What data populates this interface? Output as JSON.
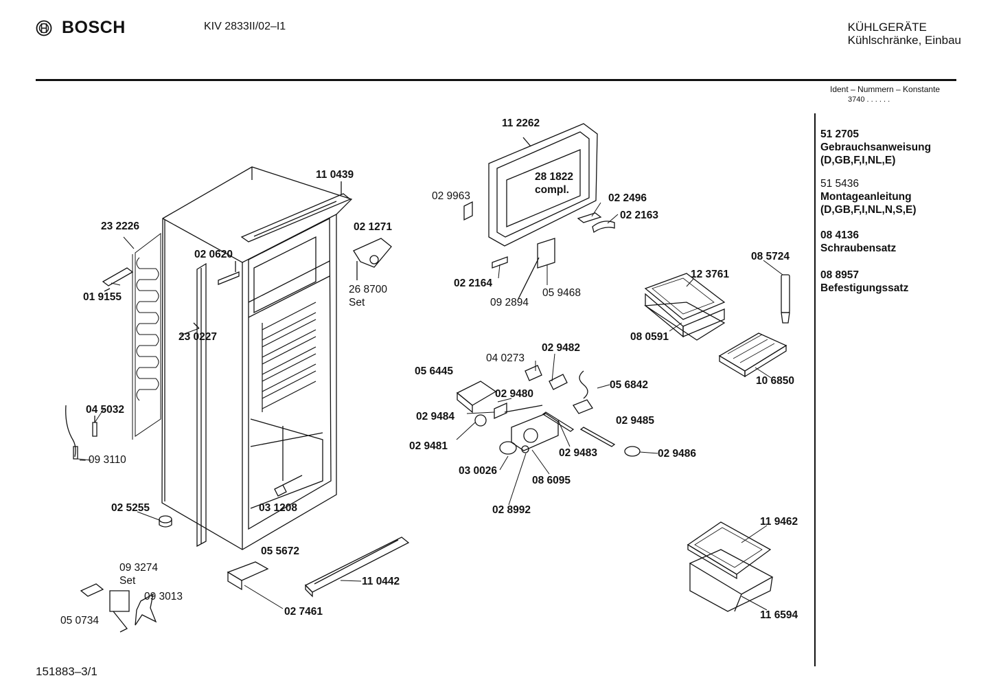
{
  "header": {
    "brand": "BOSCH",
    "model": "KIV 2833II/02–I1",
    "category": "KÜHLGERÄTE",
    "subcategory": "Kühlschränke, Einbau",
    "ident_label": "Ident – Nummern – Konstante",
    "ident_value": "3740 . .   . . . ."
  },
  "footer": {
    "drawing_number": "151883–3/1"
  },
  "documents": [
    {
      "number": "51 2705",
      "lines": [
        "Gebrauchsanweisung",
        "(D,GB,F,I,NL,E)"
      ]
    },
    {
      "number": "51 5436",
      "lines": [
        "Montageanleitung",
        "(D,GB,F,I,NL,N,S,E)"
      ]
    },
    {
      "number": "08 4136",
      "lines": [
        "Schraubensatz"
      ]
    },
    {
      "number": "08 8957",
      "lines": [
        "Befestigungssatz"
      ]
    }
  ],
  "parts": {
    "p112262": "11 2262",
    "p281822": "28 1822",
    "compl": "compl.",
    "p110439": "11 0439",
    "p029963": "02 9963",
    "p022496": "02 2496",
    "p022163": "02 2163",
    "p232226": "23 2226",
    "p021271": "02 1271",
    "p020620": "02 0620",
    "p019155": "01 9155",
    "p268700": "26 8700",
    "set1": "Set",
    "p022164": "02 2164",
    "p092894": "09 2894",
    "p059468": "05 9468",
    "p085724": "08 5724",
    "p123761": "12 3761",
    "p230227": "23 0227",
    "p080591": "08 0591",
    "p040273": "04 0273",
    "p029482": "02 9482",
    "p056445": "05 6445",
    "p106850": "10 6850",
    "p056842": "05 6842",
    "p029480": "02 9480",
    "p045032": "04 5032",
    "p029484": "02 9484",
    "p029485": "02 9485",
    "p029481": "02 9481",
    "p029483": "02 9483",
    "p029486": "02 9486",
    "p093110": "– 09 3110",
    "p030026": "03 0026",
    "p086095": "08 6095",
    "p031208": "03 1208",
    "p025255": "02 5255",
    "p028992": "02 8992",
    "p119462": "11 9462",
    "p055672": "05 5672",
    "p093274": "09 3274",
    "set2": "Set",
    "p110442": "11 0442",
    "p093013": "09 3013",
    "p027461": "02 7461",
    "p116594": "11 6594",
    "p050734": "05 0734"
  },
  "icons": {
    "logo": "bosch-logo-icon"
  },
  "colors": {
    "ink": "#111111",
    "background": "#ffffff"
  }
}
